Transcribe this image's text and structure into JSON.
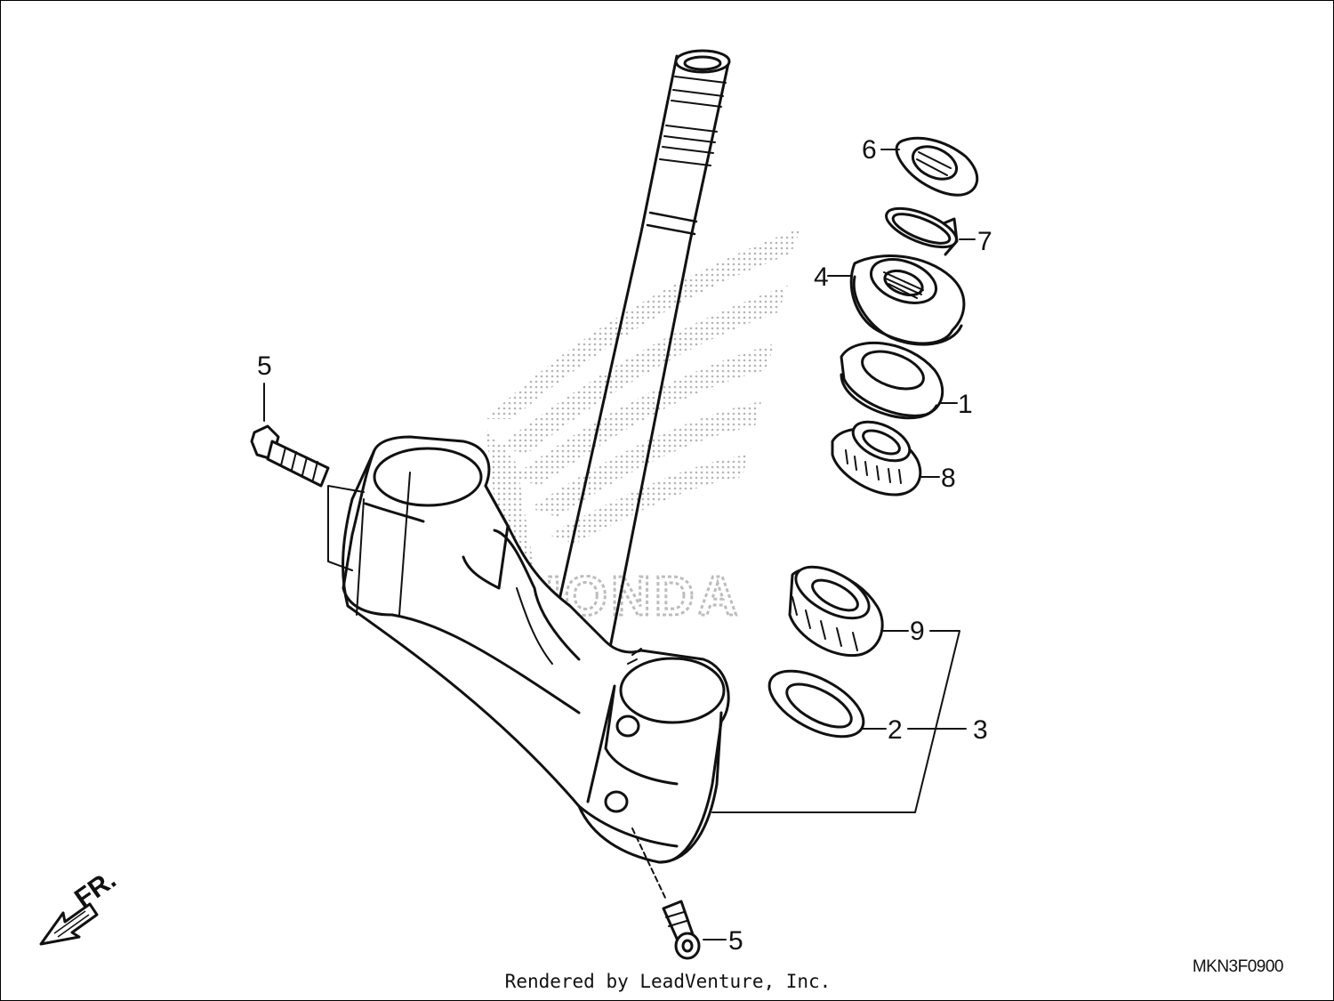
{
  "watermark": {
    "text": "HONDA"
  },
  "parts": [
    {
      "label": "6",
      "name": "steering-stem-nut"
    },
    {
      "label": "7",
      "name": "lock-washer"
    },
    {
      "label": "4",
      "name": "adjusting-nut"
    },
    {
      "label": "1",
      "name": "upper-dust-seal"
    },
    {
      "label": "8",
      "name": "upper-bearing"
    },
    {
      "label": "9",
      "name": "lower-bearing"
    },
    {
      "label": "2",
      "name": "lower-dust-seal"
    },
    {
      "label": "3",
      "name": "steering-stem-assembly"
    },
    {
      "label": "5",
      "name": "pinch-bolt-upper"
    },
    {
      "label": "5",
      "name": "pinch-bolt-lower"
    }
  ],
  "direction_indicator": {
    "label": "FR.",
    "icon": "arrow-down-left-icon"
  },
  "footer": {
    "rendered_by": "Rendered by LeadVenture, Inc.",
    "diagram_code": "MKN3F0900"
  },
  "colors": {
    "line": "#111111",
    "watermark": "#bdbdbd",
    "background": "#ffffff"
  }
}
